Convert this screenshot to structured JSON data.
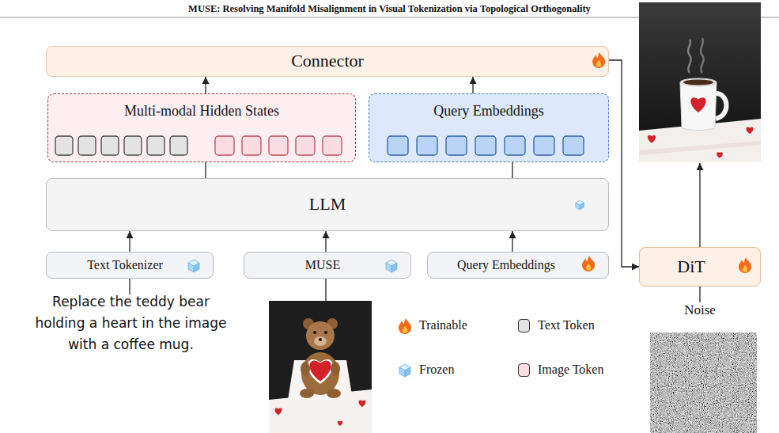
{
  "diagram": {
    "title": "MUSE: Resolving Manifold Misalignment in Visual Tokenization via Topological Orthogonality",
    "nodes": [
      {
        "text": [
          "Connector"
        ]
      },
      {
        "text": [
          "Multi-modal Hidden States"
        ]
      },
      {
        "text": [
          "Query Embeddings"
        ]
      },
      {
        "text": [
          "LLM"
        ]
      },
      {
        "text": [
          "Text Tokenizer"
        ]
      },
      {
        "text": [
          "MUSE"
        ]
      },
      {
        "text": [
          "Query Embeddings"
        ]
      },
      {
        "text": [
          "DiT"
        ]
      }
    ],
    "edges": [
      {
        "from": 4,
        "to": 3,
        "arrow": "to"
      },
      {
        "from": 5,
        "to": 3,
        "arrow": "to"
      },
      {
        "from": 6,
        "to": 3,
        "arrow": "to"
      },
      {
        "from": 3,
        "to": 1,
        "arrow": "none"
      },
      {
        "from": 3,
        "to": 2,
        "arrow": "none"
      },
      {
        "from": 1,
        "to": 0,
        "arrow": "to"
      },
      {
        "from": 2,
        "to": 0,
        "arrow": "to"
      },
      {
        "from": 0,
        "to": 7,
        "arrow": "to"
      }
    ],
    "labels": [
      "Replace the teddy bear holding a heart in the image with a coffee mug.",
      "Noise"
    ],
    "legend": [
      {
        "text": "Trainable"
      },
      {
        "text": "Text Token",
        "color": "#e3e3e3"
      },
      {
        "text": "Frozen"
      },
      {
        "text": "Image Token",
        "color": "#fbdce2"
      }
    ]
  }
}
